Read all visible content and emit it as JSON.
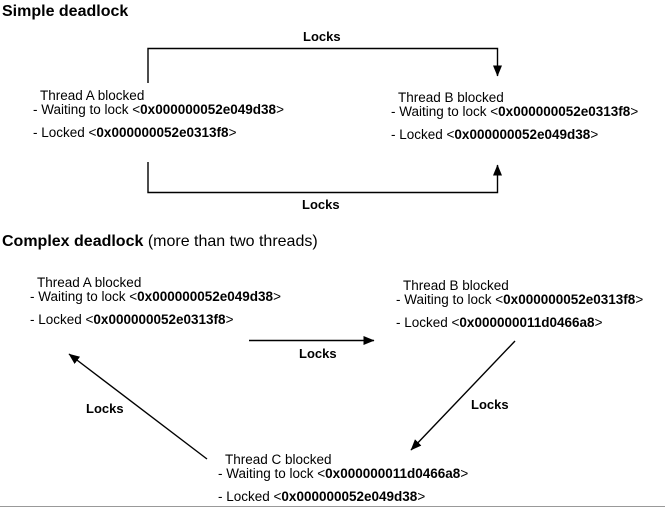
{
  "figure": {
    "simple": {
      "title": "Simple deadlock",
      "lock_edge_top": "Locks",
      "lock_edge_bottom": "Locks",
      "threads": {
        "a": {
          "title": "Thread A blocked",
          "waiting_label": "- Waiting to lock <",
          "waiting_address": "0x000000052e049d38",
          "waiting_close": ">",
          "locked_label": "- Locked <",
          "locked_address": "0x000000052e0313f8",
          "locked_close": ">"
        },
        "b": {
          "title": "Thread B blocked",
          "waiting_label": "- Waiting to lock <",
          "waiting_address": "0x000000052e0313f8",
          "waiting_close": ">",
          "locked_label": "- Locked <",
          "locked_address": "0x000000052e049d38",
          "locked_close": ">"
        }
      }
    },
    "complex": {
      "title": "Complex deadlock",
      "subtitle": " (more than two threads)",
      "lock_edge_ab": "Locks",
      "lock_edge_bc": "Locks",
      "lock_edge_ca": "Locks",
      "threads": {
        "a": {
          "title": "Thread A blocked",
          "waiting_label": "- Waiting to lock <",
          "waiting_address": "0x000000052e049d38",
          "waiting_close": ">",
          "locked_label": "- Locked <",
          "locked_address": "0x000000052e0313f8",
          "locked_close": ">"
        },
        "b": {
          "title": "Thread B blocked",
          "waiting_label": "- Waiting to lock <",
          "waiting_address": "0x000000052e0313f8",
          "waiting_close": ">",
          "locked_label": "- Locked <",
          "locked_address": "0x000000011d0466a8",
          "locked_close": ">"
        },
        "c": {
          "title": "Thread C blocked",
          "waiting_label": "- Waiting to lock <",
          "waiting_address": "0x000000011d0466a8",
          "waiting_close": ">",
          "locked_label": "- Locked <",
          "locked_address": "0x000000052e049d38",
          "locked_close": ">"
        }
      }
    },
    "colors": {
      "ink": "#000000",
      "bottom_rule": "#999999"
    }
  }
}
